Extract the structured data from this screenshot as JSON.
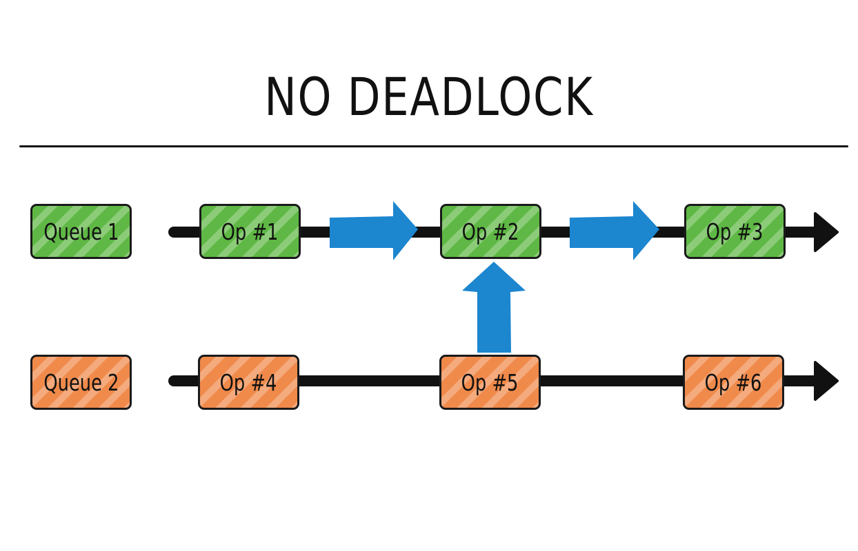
{
  "title": "NO DEADLOCK",
  "colors": {
    "queue1": "#5fb845",
    "queue2": "#f08a4b",
    "arrow": "#1c86cf",
    "line": "#111111"
  },
  "queues": [
    {
      "label": "Queue 1",
      "ops": [
        "Op #1",
        "Op #2",
        "Op #3"
      ]
    },
    {
      "label": "Queue 2",
      "ops": [
        "Op #4",
        "Op #5",
        "Op #6"
      ]
    }
  ]
}
